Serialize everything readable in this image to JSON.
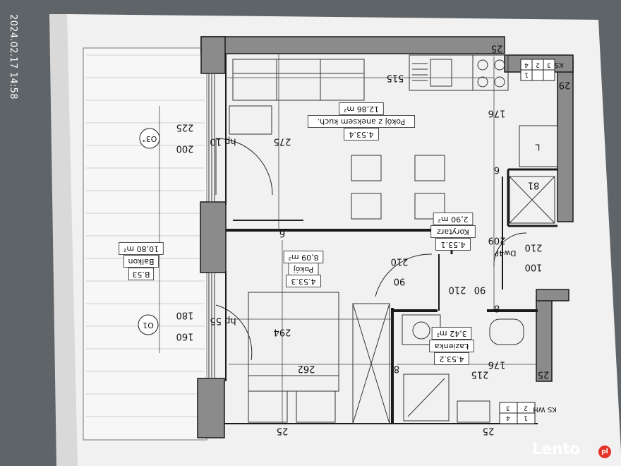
{
  "photo": {
    "timestamp": "2024.02.17 14:58",
    "watermark": "Lento",
    "watermark_suffix": "pl"
  },
  "floor_plan": {
    "rooms": {
      "main": {
        "code": "4.53.4",
        "name": "Pokój z aneksem kuch.",
        "area": "12,86 m²"
      },
      "bedroom": {
        "code": "4.53.3",
        "name": "Pokój",
        "area": "8,09 m²"
      },
      "corridor": {
        "code": "4.53.1",
        "name": "Korytarz",
        "area": "2,90 m²"
      },
      "bathroom": {
        "code": "4.53.2",
        "name": "Łazienka",
        "area": "3,42 m²"
      },
      "balcony": {
        "code": "B.53",
        "name": "Balkon",
        "area": "10,80 m²"
      }
    },
    "window_tags": [
      "O3\"",
      "O1"
    ],
    "door_tags": [
      "Dw4P"
    ],
    "shaft_labels": [
      "KS",
      "KS WH"
    ],
    "shaft_grid_top": [
      "4",
      "2",
      "3",
      "1"
    ],
    "shaft_grid_bottom": [
      "3",
      "2",
      "4",
      "1"
    ],
    "fridge_label": "L",
    "dimensions": {
      "d515": "515",
      "d176a": "176",
      "d29": "29",
      "d25a": "25",
      "d275": "275",
      "d225": "225",
      "d200": "200",
      "hp10": "hp 10",
      "d6a": "6",
      "d81": "81",
      "d209": "209",
      "d210a": "210",
      "d100": "100",
      "d6b": "6",
      "d210b": "210",
      "d90a": "90",
      "d210c": "210",
      "d90b": "90",
      "d8a": "8",
      "d294": "294",
      "d180": "180",
      "d160": "160",
      "hp55": "hp 55",
      "d262": "262",
      "d8b": "8",
      "d215": "215",
      "d176b": "176",
      "d25b": "25",
      "d25c": "25",
      "d25d": "25"
    }
  }
}
